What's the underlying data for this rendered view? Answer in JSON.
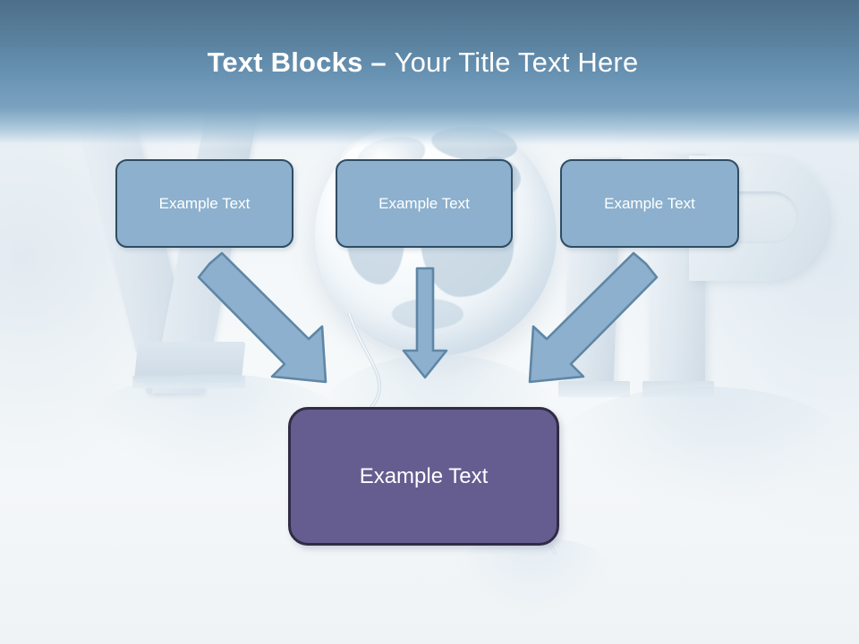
{
  "slide": {
    "title_bold": "Text Blocks – ",
    "title_regular": "Your Title Text Here",
    "title_full": "Text Blocks – Your Title Text Here"
  },
  "colors": {
    "header_top": "#4d6f8a",
    "header_bottom": "#7aa3c0",
    "box_fill": "#8cb0cd",
    "box_border": "#2f4c62",
    "result_fill": "#655d8f",
    "result_border": "#2f2c44",
    "arrow_fill": "#8cb0cd",
    "arrow_border": "#5f86a5",
    "text": "#ffffff",
    "background": "#f2f6f9"
  },
  "boxes": [
    {
      "id": "box1",
      "label": "Example Text"
    },
    {
      "id": "box2",
      "label": "Example Text"
    },
    {
      "id": "box3",
      "label": "Example Text"
    }
  ],
  "result": {
    "label": "Example Text"
  },
  "arrows": [
    {
      "name": "arrow-left-diagonal",
      "direction": "down-right"
    },
    {
      "name": "arrow-middle-vertical",
      "direction": "down"
    },
    {
      "name": "arrow-right-diagonal",
      "direction": "down-left"
    }
  ],
  "background_art": {
    "subject": "VOIP 3D letters with globe",
    "letters": [
      "V",
      "globe-as-O",
      "I",
      "P"
    ]
  }
}
